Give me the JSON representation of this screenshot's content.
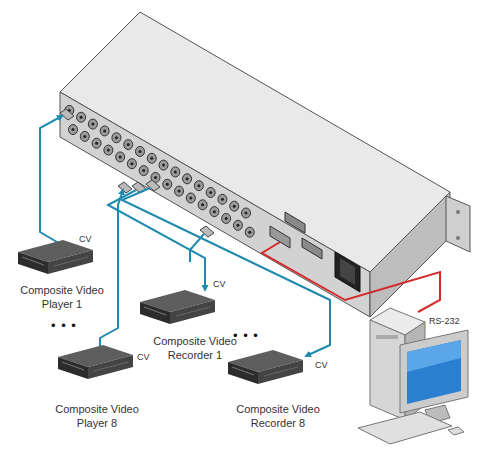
{
  "diagram": {
    "nodes": [
      {
        "text": [
          "Composite Video Player 1"
        ]
      },
      {
        "text": [
          "Composite Video Recorder 1"
        ]
      },
      {
        "text": [
          "Composite Video Player 8"
        ]
      },
      {
        "text": [
          "Composite Video Recorder 8"
        ]
      }
    ],
    "labels": [
      "CV",
      "CV",
      "CV",
      "CV",
      "• • •",
      "• • •",
      "RS-232"
    ]
  }
}
